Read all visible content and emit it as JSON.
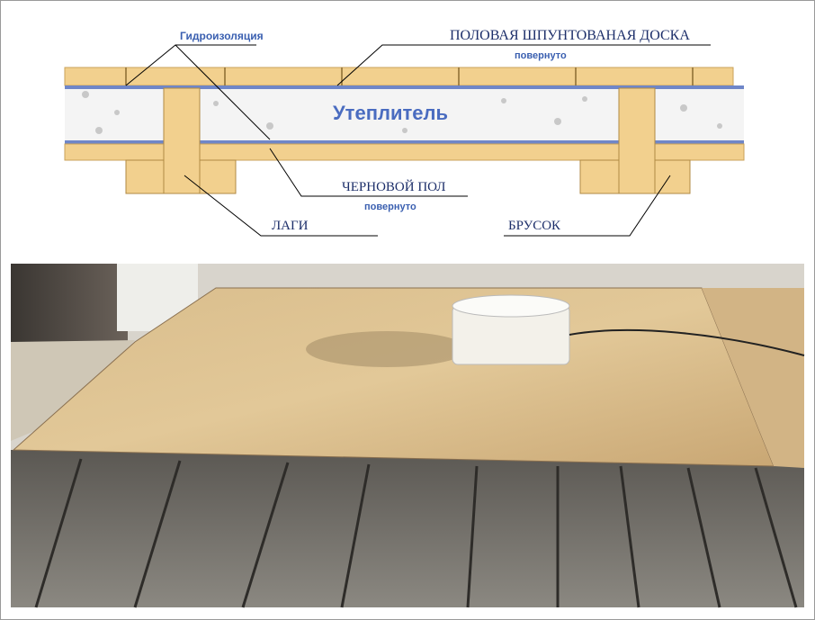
{
  "diagram": {
    "labels": {
      "waterproofing": "Гидроизоляция",
      "floor_board": "ПОЛОВАЯ ШПУНТОВАНАЯ ДОСКА",
      "floor_board_note": "повернуто",
      "insulation": "Утеплитель",
      "subfloor": "ЧЕРНОВОЙ ПОЛ",
      "subfloor_note": "повернуто",
      "joists": "ЛАГИ",
      "beam": "БРУСОК"
    },
    "colors": {
      "wood": "#f2d08e",
      "membrane": "#6f86c8",
      "label_blue": "#3a5fb0",
      "label_dark": "#1d2f6a"
    }
  }
}
